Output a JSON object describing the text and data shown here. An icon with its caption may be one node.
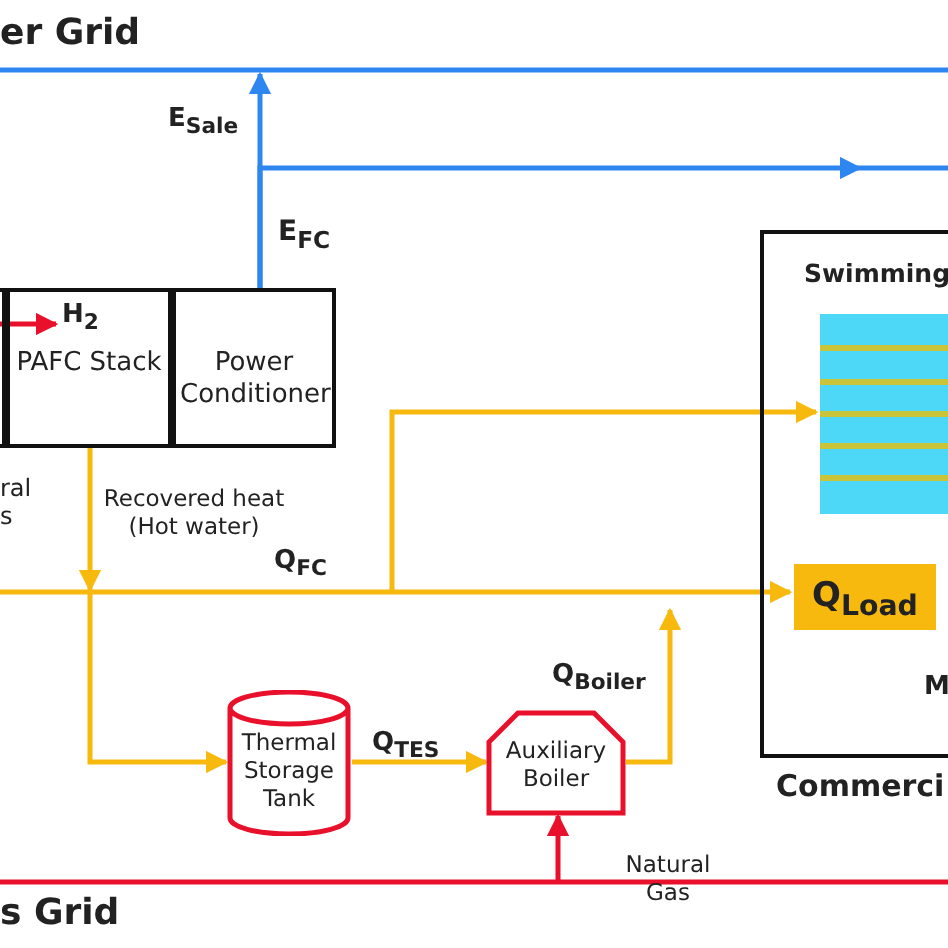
{
  "diagram": {
    "nodes": [
      {
        "text": [],
        "shape": "box"
      },
      {
        "text": [
          "PAFC Stack"
        ]
      },
      {
        "text": [
          "Power Conditioner"
        ]
      },
      {
        "text": [
          "Commerci"
        ]
      },
      {
        "text": [
          "Swimming"
        ],
        "in": 3
      },
      {
        "text": [],
        "shape": "picture",
        "in": 4
      },
      {
        "text": [
          "M"
        ],
        "in": 3
      },
      {
        "text": [
          "Q$_{Load}$"
        ],
        "in": 6
      },
      {
        "text": [
          "Thermal Storage Tank"
        ]
      },
      {
        "text": [
          "Auxiliary Boiler"
        ]
      }
    ],
    "edges": [
      {
        "from": 0,
        "to": 1,
        "arrow": "to",
        "label": "H$_{2}$",
        "color": "#e8102a"
      },
      {
        "from": 2,
        "to": null,
        "arrow": "to",
        "label": "E$_{Sale}$",
        "color": "#2e86f0"
      },
      {
        "from": 2,
        "to": null,
        "arrow": "to",
        "color": "#2e86f0"
      },
      {
        "from": null,
        "to": 7,
        "arrow": "to",
        "label": "Q$_{FC}$"
      },
      {
        "from": 1,
        "to": null,
        "arrow": "to",
        "label": "Recovered heat (Hot water)"
      },
      {
        "from": null,
        "to": 5,
        "arrow": "to"
      },
      {
        "from": null,
        "to": 8,
        "arrow": "to"
      },
      {
        "from": 8,
        "to": 9,
        "arrow": "to",
        "label": "Q$_{TES}$"
      },
      {
        "from": 9,
        "to": null,
        "arrow": "to",
        "label": "Q$_{Boiler}$"
      },
      {
        "from": null,
        "to": 9,
        "arrow": "to",
        "label": "Natural Gas",
        "color": "#e8102a"
      }
    ],
    "labels": [
      "er Grid",
      "E$_{FC}$",
      "ral s",
      "s Grid"
    ]
  }
}
